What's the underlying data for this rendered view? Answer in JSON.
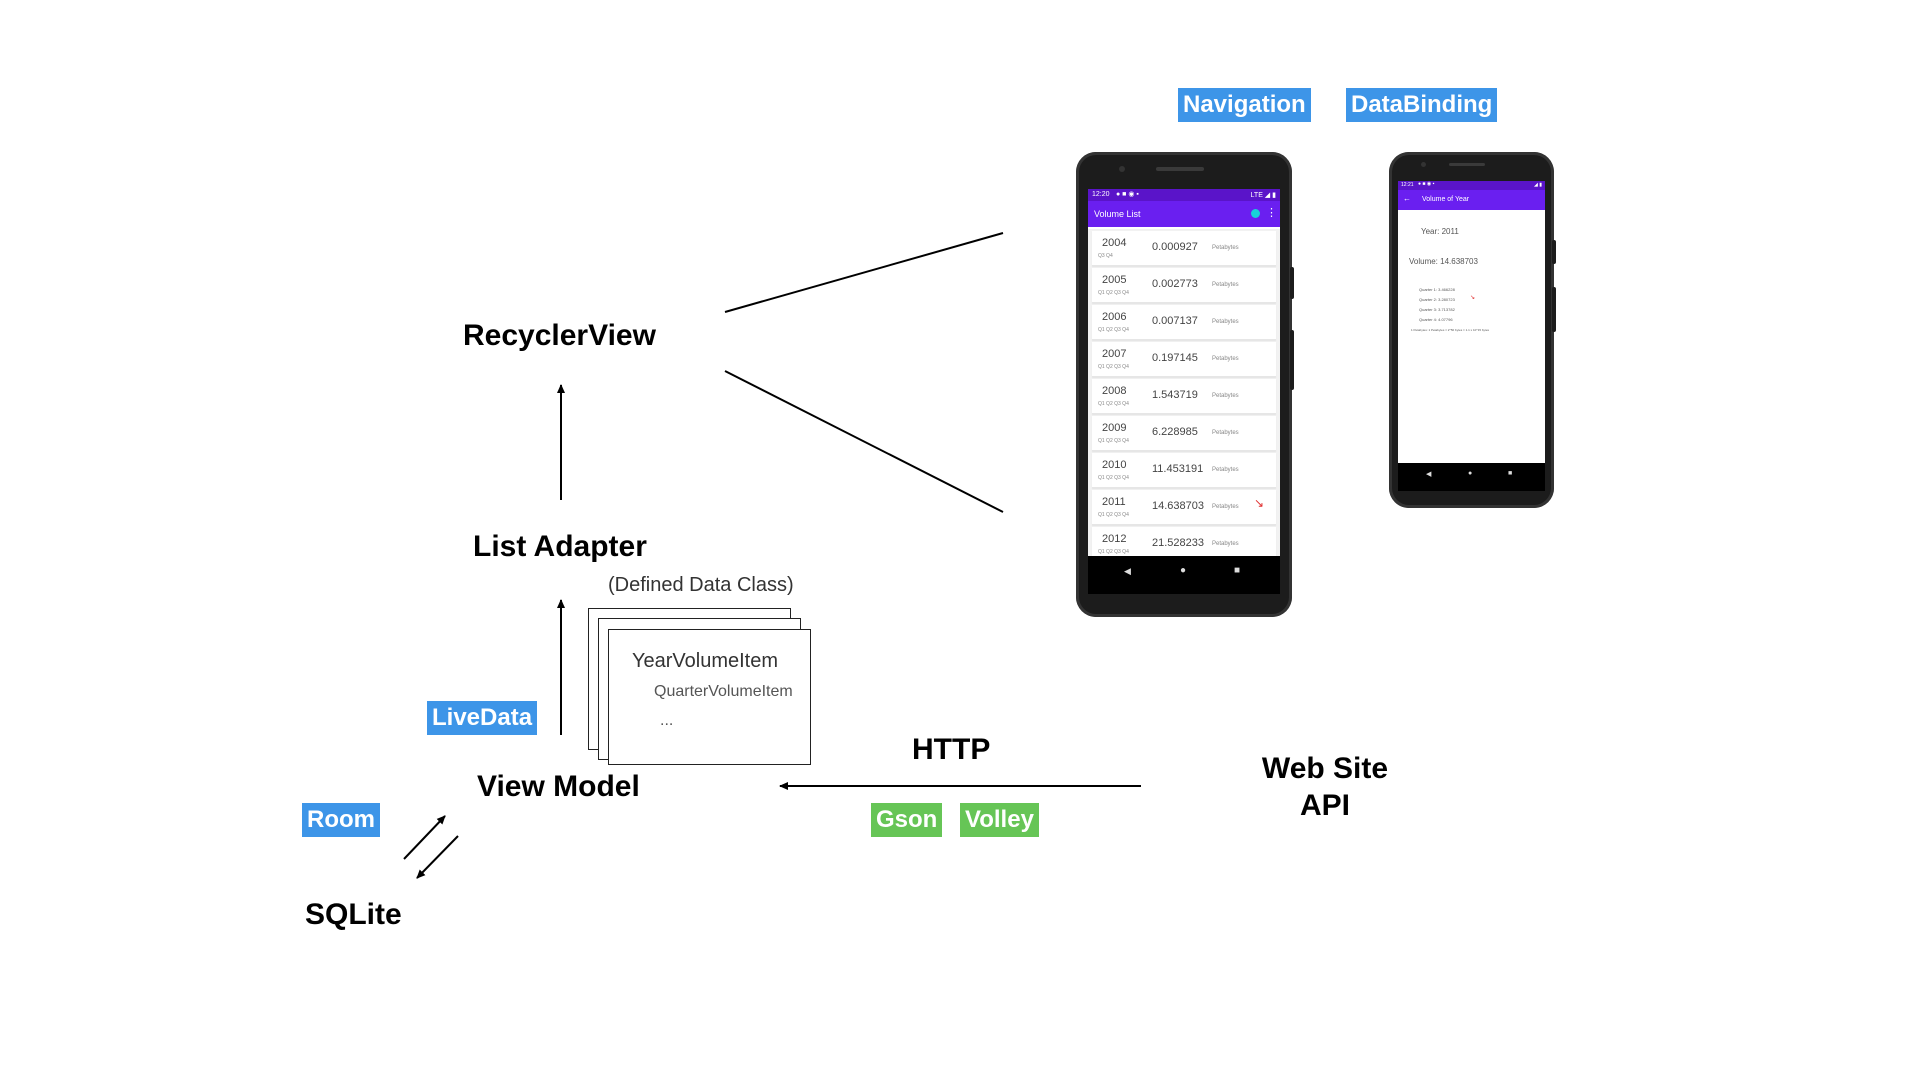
{
  "nodes": {
    "recycler_view": "RecyclerView",
    "list_adapter": "List Adapter",
    "view_model": "View Model",
    "sqlite": "SQLite",
    "http": "HTTP",
    "web_site": "Web Site",
    "api": "API"
  },
  "tags": {
    "navigation": "Navigation",
    "databinding": "DataBinding",
    "livedata": "LiveData",
    "room": "Room",
    "gson": "Gson",
    "volley": "Volley"
  },
  "colors": {
    "tag_blue": "#3d95e8",
    "tag_green": "#66c556",
    "app_purple": "#6a1ff0"
  },
  "data_class": {
    "caption": "(Defined Data Class)",
    "title": "YearVolumeItem",
    "sub": "QuarterVolumeItem",
    "dots": "..."
  },
  "phone_list": {
    "time": "12:20",
    "status_icons": "LTE ◢ ▮",
    "title": "Volume List",
    "rows": [
      {
        "year": "2004",
        "quarters": "Q3 Q4",
        "volume": "0.000927",
        "unit": "Petabytes",
        "trend": ""
      },
      {
        "year": "2005",
        "quarters": "Q1 Q2 Q3 Q4",
        "volume": "0.002773",
        "unit": "Petabytes",
        "trend": ""
      },
      {
        "year": "2006",
        "quarters": "Q1 Q2 Q3 Q4",
        "volume": "0.007137",
        "unit": "Petabytes",
        "trend": ""
      },
      {
        "year": "2007",
        "quarters": "Q1 Q2 Q3 Q4",
        "volume": "0.197145",
        "unit": "Petabytes",
        "trend": ""
      },
      {
        "year": "2008",
        "quarters": "Q1 Q2 Q3 Q4",
        "volume": "1.543719",
        "unit": "Petabytes",
        "trend": ""
      },
      {
        "year": "2009",
        "quarters": "Q1 Q2 Q3 Q4",
        "volume": "6.228985",
        "unit": "Petabytes",
        "trend": ""
      },
      {
        "year": "2010",
        "quarters": "Q1 Q2 Q3 Q4",
        "volume": "11.453191",
        "unit": "Petabytes",
        "trend": ""
      },
      {
        "year": "2011",
        "quarters": "Q1 Q2 Q3 Q4",
        "volume": "14.638703",
        "unit": "Petabytes",
        "trend": "↘"
      },
      {
        "year": "2012",
        "quarters": "Q1 Q2 Q3 Q4",
        "volume": "21.528233",
        "unit": "Petabytes",
        "trend": ""
      }
    ]
  },
  "phone_detail": {
    "time": "12:21",
    "title": "Volume of Year",
    "year_line": "Year: 2011",
    "volume_line": "Volume: 14.638703",
    "quarters": [
      "Quarter 1: 3.466228",
      "Quarter 2: 3.280723",
      "Quarter 3: 3.713782",
      "Quarter 4: 4.07796"
    ],
    "footnote": "1 Petabytes: 1 Petabytes = 2^50 bytes = 1.1 x 10^15 bytes"
  }
}
